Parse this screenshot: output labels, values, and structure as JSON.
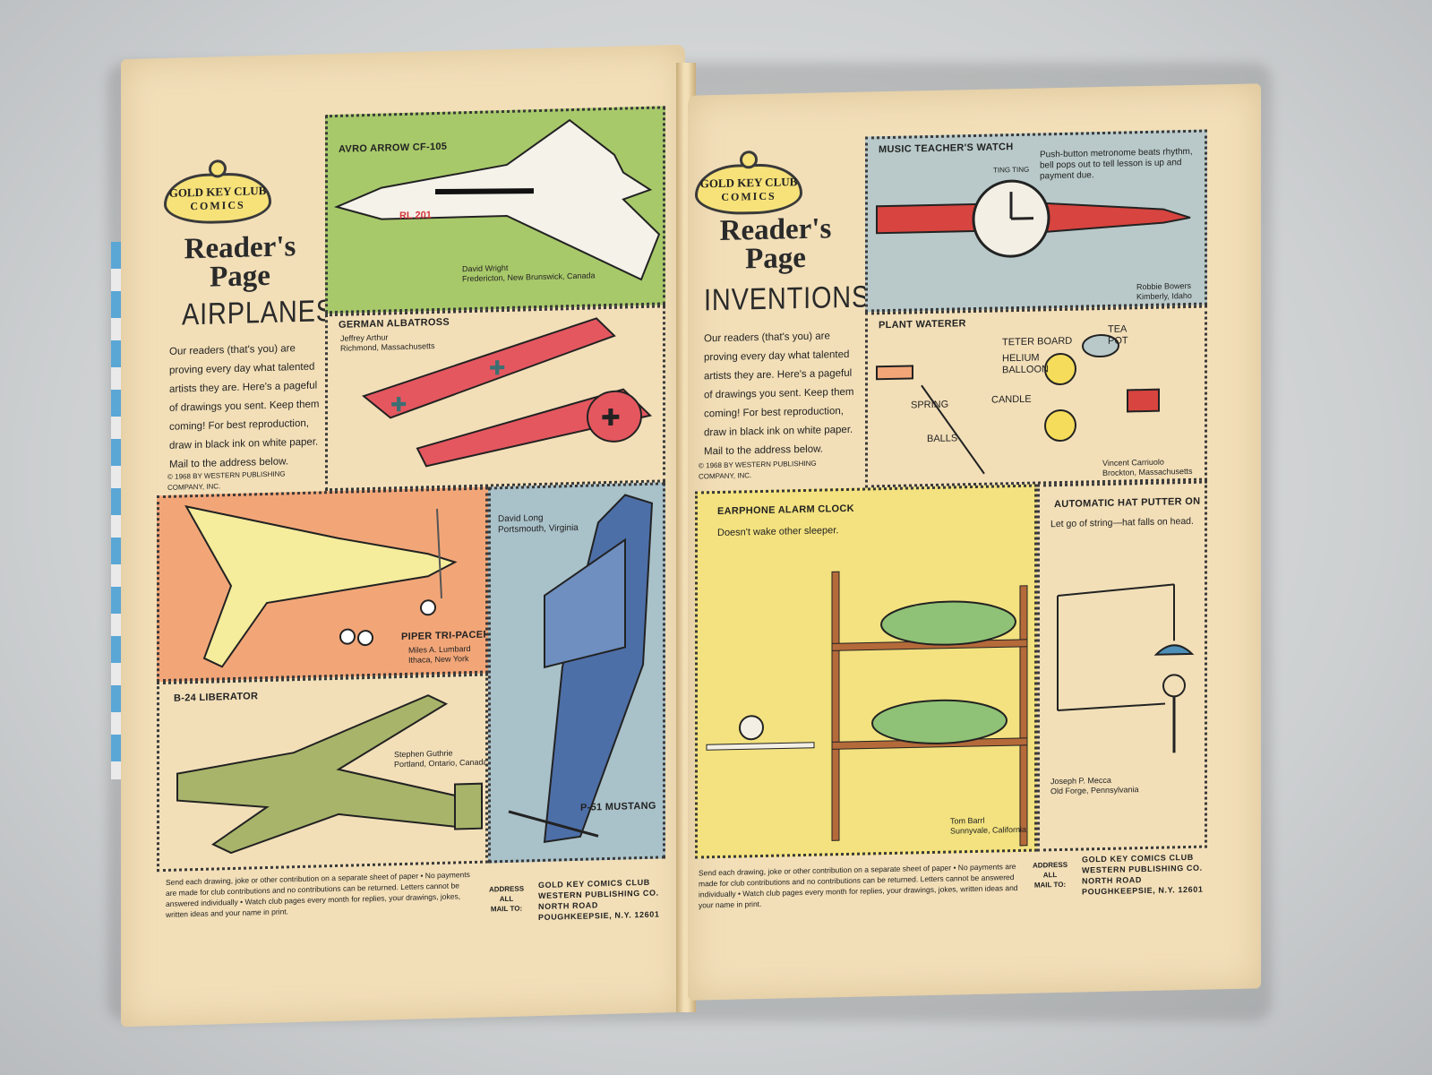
{
  "left_page": {
    "logo": {
      "line1": "GOLD KEY CLUB",
      "line2": "COMICS"
    },
    "heading": "Reader's Page",
    "section": "AIRPLANES",
    "intro": "Our readers (that's you) are proving every day what talented artists they are. Here's a pageful of drawings you sent. Keep them coming! For best reproduction, draw in black ink on white paper. Mail to the address below.",
    "copyright": "© 1968 BY WESTERN PUBLISHING COMPANY, INC.",
    "panels": [
      {
        "title": "AVRO ARROW CF-105",
        "credit": "David Wright\nFredericton, New Brunswick, Canada",
        "color": "#a8c96a"
      },
      {
        "title": "GERMAN ALBATROSS",
        "credit": "Jeffrey Arthur\nRichmond, Massachusetts",
        "color": "#f2dfb8"
      },
      {
        "title": "PIPER TRI-PACER",
        "credit": "Miles A. Lumbard\nIthaca, New York",
        "color": "#f2a678"
      },
      {
        "title": "P-51 MUSTANG",
        "credit": "David Long\nPortsmouth, Virginia",
        "color": "#a9c1c9"
      },
      {
        "title": "B-24 LIBERATOR",
        "credit": "Stephen Guthrie\nPortland, Ontario, Canada",
        "color": "#f2dfb8"
      }
    ],
    "plane_marking": "RL 201",
    "footer": "Send each drawing, joke or other contribution on a separate sheet of paper • No payments are made for club contributions and no contributions can be returned. Letters cannot be answered individually • Watch club pages every month for replies, your drawings, jokes, written ideas and your name in print.",
    "address_label": "ADDRESS\nALL\nMAIL TO:",
    "address": "GOLD KEY COMICS CLUB\nWESTERN PUBLISHING CO.\nNORTH ROAD\nPOUGHKEEPSIE, N.Y. 12601"
  },
  "right_page": {
    "logo": {
      "line1": "GOLD KEY CLUB",
      "line2": "COMICS"
    },
    "heading": "Reader's Page",
    "section": "INVENTIONS",
    "intro": "Our readers (that's you) are proving every day what talented artists they are. Here's a pageful of drawings you sent. Keep them coming! For best reproduction, draw in black ink on white paper. Mail to the address below.",
    "copyright": "© 1968 BY WESTERN PUBLISHING COMPANY, INC.",
    "panels": [
      {
        "title": "MUSIC TEACHER'S WATCH",
        "caption": "Push-button metronome beats rhythm, bell pops out to tell lesson is up and payment due.",
        "credit": "Robbie Bowers\nKimberly, Idaho",
        "color": "#b9c9c9",
        "sound": "TING TING"
      },
      {
        "title": "PLANT WATERER",
        "credit": "Vincent Carriuolo\nBrockton, Massachusetts",
        "color": "#f2dfb8",
        "labels": {
          "spring": "SPRING",
          "balls": "BALLS",
          "teter": "TETER BOARD",
          "balloon": "HELIUM BALLOON",
          "candle": "CANDLE",
          "teapot": "TEA POT"
        }
      },
      {
        "title": "EARPHONE ALARM CLOCK",
        "caption": "Doesn't wake other sleeper.",
        "credit": "Tom Barrl\nSunnyvale, California",
        "color": "#f3e27f"
      },
      {
        "title": "AUTOMATIC HAT PUTTER ON",
        "caption": "Let go of string—hat falls on head.",
        "credit": "Joseph P. Mecca\nOld Forge, Pennsylvania",
        "color": "#f2dfb8"
      }
    ],
    "footer": "Send each drawing, joke or other contribution on a separate sheet of paper • No payments are made for club contributions and no contributions can be returned. Letters cannot be answered individually • Watch club pages every month for replies, your drawings, jokes, written ideas and your name in print.",
    "address_label": "ADDRESS\nALL\nMAIL TO:",
    "address": "GOLD KEY COMICS CLUB\nWESTERN PUBLISHING CO.\nNORTH ROAD\nPOUGHKEEPSIE, N.Y. 12601"
  }
}
